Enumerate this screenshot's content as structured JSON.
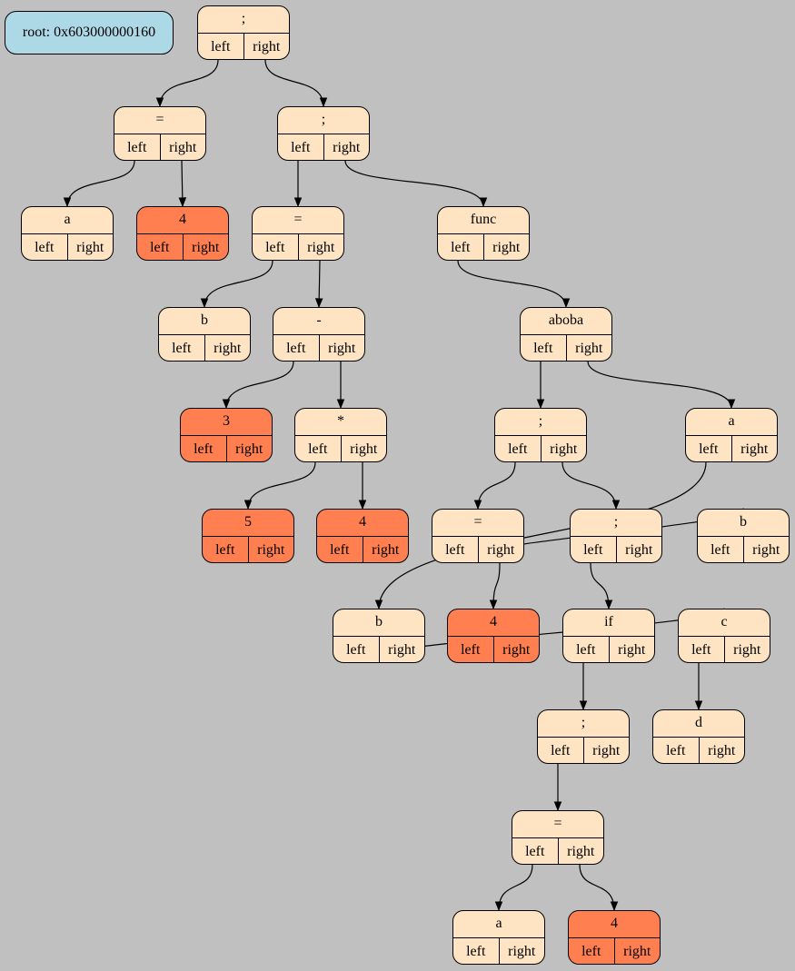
{
  "colors": {
    "background": "#c0c0c0",
    "node_fill": "#ffe4c4",
    "number_fill": "#ff7f50",
    "root_fill": "#add8e6",
    "stroke": "#000000"
  },
  "root": {
    "label": "root: 0x603000000160"
  },
  "nodes": [
    {
      "id": "n1",
      "value": ";",
      "left": "left",
      "right": "right",
      "kind": "op"
    },
    {
      "id": "n2",
      "value": "=",
      "left": "left",
      "right": "right",
      "kind": "op"
    },
    {
      "id": "n3",
      "value": ";",
      "left": "left",
      "right": "right",
      "kind": "op"
    },
    {
      "id": "n4",
      "value": "a",
      "left": "left",
      "right": "right",
      "kind": "var"
    },
    {
      "id": "n5",
      "value": "4",
      "left": "left",
      "right": "right",
      "kind": "num"
    },
    {
      "id": "n6",
      "value": "=",
      "left": "left",
      "right": "right",
      "kind": "op"
    },
    {
      "id": "n7",
      "value": "func",
      "left": "left",
      "right": "right",
      "kind": "op"
    },
    {
      "id": "n8",
      "value": "b",
      "left": "left",
      "right": "right",
      "kind": "var"
    },
    {
      "id": "n9",
      "value": "-",
      "left": "left",
      "right": "right",
      "kind": "op"
    },
    {
      "id": "n10",
      "value": "aboba",
      "left": "left",
      "right": "right",
      "kind": "var"
    },
    {
      "id": "n11",
      "value": "3",
      "left": "left",
      "right": "right",
      "kind": "num"
    },
    {
      "id": "n12",
      "value": "*",
      "left": "left",
      "right": "right",
      "kind": "op"
    },
    {
      "id": "n13",
      "value": ";",
      "left": "left",
      "right": "right",
      "kind": "op"
    },
    {
      "id": "n14",
      "value": "a",
      "left": "left",
      "right": "right",
      "kind": "var"
    },
    {
      "id": "n15",
      "value": "5",
      "left": "left",
      "right": "right",
      "kind": "num"
    },
    {
      "id": "n16",
      "value": "4",
      "left": "left",
      "right": "right",
      "kind": "num"
    },
    {
      "id": "n17",
      "value": "=",
      "left": "left",
      "right": "right",
      "kind": "op"
    },
    {
      "id": "n18",
      "value": ";",
      "left": "left",
      "right": "right",
      "kind": "op"
    },
    {
      "id": "n19",
      "value": "b",
      "left": "left",
      "right": "right",
      "kind": "var"
    },
    {
      "id": "n20",
      "value": "b",
      "left": "left",
      "right": "right",
      "kind": "var"
    },
    {
      "id": "n21",
      "value": "4",
      "left": "left",
      "right": "right",
      "kind": "num"
    },
    {
      "id": "n22",
      "value": "if",
      "left": "left",
      "right": "right",
      "kind": "op"
    },
    {
      "id": "n23",
      "value": "c",
      "left": "left",
      "right": "right",
      "kind": "var"
    },
    {
      "id": "n24",
      "value": ";",
      "left": "left",
      "right": "right",
      "kind": "op"
    },
    {
      "id": "n25",
      "value": "d",
      "left": "left",
      "right": "right",
      "kind": "var"
    },
    {
      "id": "n26",
      "value": "=",
      "left": "left",
      "right": "right",
      "kind": "op"
    },
    {
      "id": "n27",
      "value": "a",
      "left": "left",
      "right": "right",
      "kind": "var"
    },
    {
      "id": "n28",
      "value": "4",
      "left": "left",
      "right": "right",
      "kind": "num"
    }
  ],
  "edges": [
    {
      "from": "n1",
      "side": "left",
      "to": "n2"
    },
    {
      "from": "n1",
      "side": "right",
      "to": "n3"
    },
    {
      "from": "n2",
      "side": "left",
      "to": "n4"
    },
    {
      "from": "n2",
      "side": "right",
      "to": "n5"
    },
    {
      "from": "n3",
      "side": "left",
      "to": "n6"
    },
    {
      "from": "n3",
      "side": "right",
      "to": "n7"
    },
    {
      "from": "n6",
      "side": "left",
      "to": "n8"
    },
    {
      "from": "n6",
      "side": "right",
      "to": "n9"
    },
    {
      "from": "n7",
      "side": "left",
      "to": "n10"
    },
    {
      "from": "n9",
      "side": "left",
      "to": "n11"
    },
    {
      "from": "n9",
      "side": "right",
      "to": "n12"
    },
    {
      "from": "n10",
      "side": "left",
      "to": "n13"
    },
    {
      "from": "n10",
      "side": "right",
      "to": "n14"
    },
    {
      "from": "n12",
      "side": "left",
      "to": "n15"
    },
    {
      "from": "n12",
      "side": "right",
      "to": "n16"
    },
    {
      "from": "n13",
      "side": "left",
      "to": "n17"
    },
    {
      "from": "n13",
      "side": "right",
      "to": "n18"
    },
    {
      "from": "n14",
      "side": "left",
      "to": "n20"
    },
    {
      "from": "n17",
      "side": "left",
      "to": "n19"
    },
    {
      "from": "n17",
      "side": "right",
      "to": "n21"
    },
    {
      "from": "n18",
      "side": "left",
      "to": "n22"
    },
    {
      "from": "n20",
      "side": "left",
      "to": "n23"
    },
    {
      "from": "n22",
      "side": "left",
      "to": "n24"
    },
    {
      "from": "n23",
      "side": "left",
      "to": "n25"
    },
    {
      "from": "n24",
      "side": "left",
      "to": "n26"
    },
    {
      "from": "n26",
      "side": "left",
      "to": "n27"
    },
    {
      "from": "n26",
      "side": "right",
      "to": "n28"
    }
  ]
}
